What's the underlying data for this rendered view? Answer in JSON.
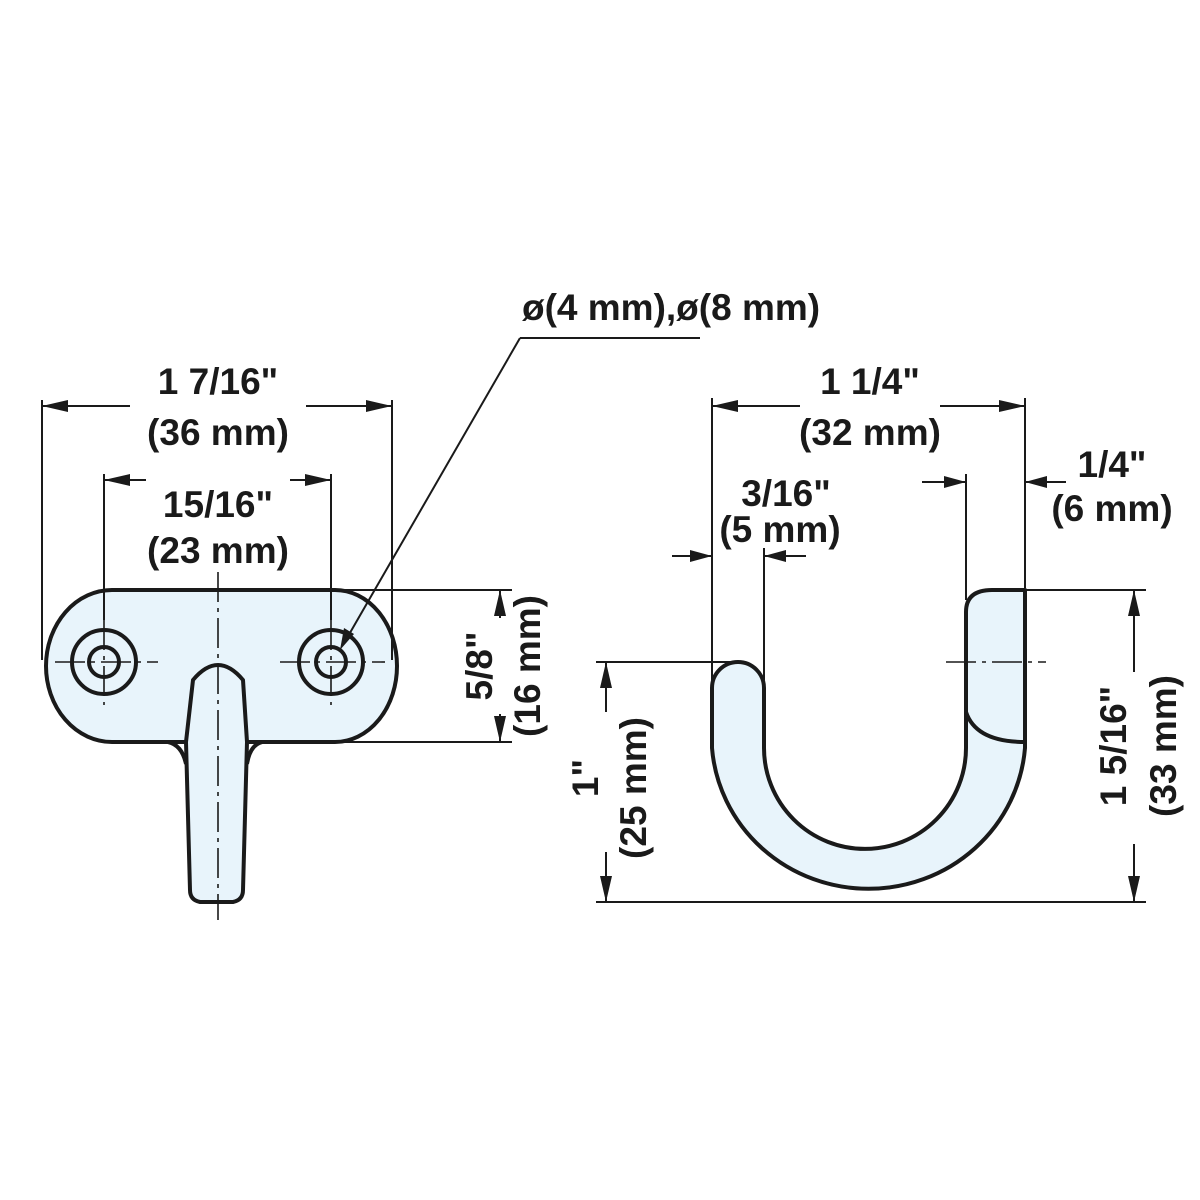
{
  "colors": {
    "part_fill": "#e8f4fb",
    "line": "#1a1a1a",
    "background": "#ffffff"
  },
  "front_view": {
    "overall_width": {
      "imperial": "1 7/16\"",
      "metric": "(36 mm)"
    },
    "hole_spacing": {
      "imperial": "15/16\"",
      "metric": "(23 mm)"
    },
    "plate_height": {
      "imperial": "5/8\"",
      "metric": "(16 mm)"
    },
    "hole_diameters": {
      "label": "ø(4 mm),ø(8 mm)"
    }
  },
  "side_view": {
    "overall_depth": {
      "imperial": "1 1/4\"",
      "metric": "(32 mm)"
    },
    "tip_thickness": {
      "imperial": "3/16\"",
      "metric": "(5 mm)"
    },
    "plate_thickness": {
      "imperial": "1/4\"",
      "metric": "(6 mm)"
    },
    "hook_height": {
      "imperial": "1\"",
      "metric": "(25 mm)"
    },
    "overall_height": {
      "imperial": "1 5/16\"",
      "metric": "(33 mm)"
    }
  }
}
